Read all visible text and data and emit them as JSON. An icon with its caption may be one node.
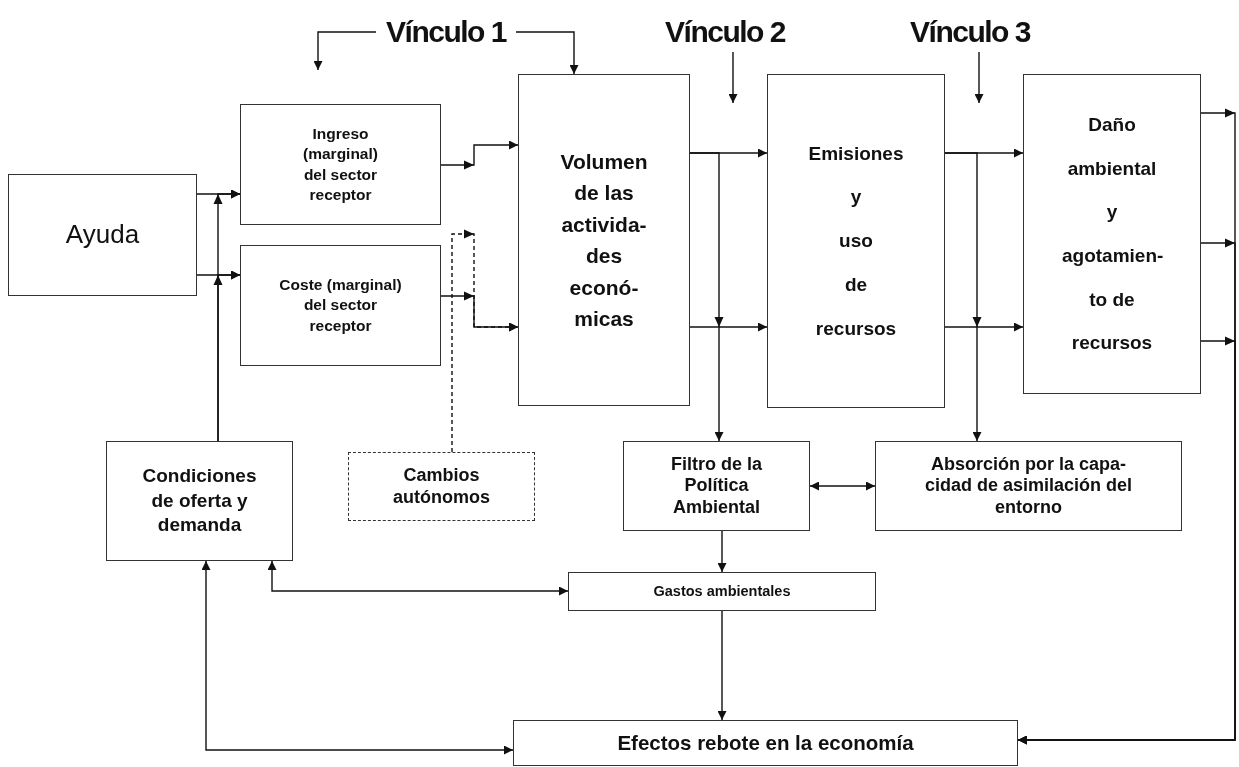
{
  "diagram": {
    "nodes": [
      {
        "text": [
          "Vínculo 1"
        ]
      },
      {
        "text": [
          "Vínculo 2"
        ]
      },
      {
        "text": [
          "Vínculo 3"
        ]
      },
      {
        "text": [
          "Ayuda"
        ]
      },
      {
        "text": [
          "Ingreso (marginal) del sector receptor"
        ]
      },
      {
        "text": [
          "Coste (marginal) del sector receptor"
        ]
      },
      {
        "text": [
          "Volumen de las activida- des econó- micas"
        ]
      },
      {
        "text": [
          "Emisiones y uso de recursos"
        ]
      },
      {
        "text": [
          "Daño ambiental y agotamien- to de recursos"
        ]
      },
      {
        "text": [
          "Condiciones de oferta y demanda"
        ]
      },
      {
        "text": [
          "Cambios autónomos"
        ]
      },
      {
        "text": [
          "Filtro de la Política Ambiental"
        ]
      },
      {
        "text": [
          "Absorción por la capa- cidad de asimilación del entorno"
        ]
      },
      {
        "text": [
          "Gastos ambientales"
        ]
      },
      {
        "text": [
          "Efectos rebote en la economía"
        ]
      }
    ],
    "edges": [
      {
        "from": 0,
        "to": null,
        "arrow": "to"
      },
      {
        "from": 0,
        "to": 6,
        "arrow": "to"
      },
      {
        "from": 1,
        "to": null,
        "arrow": "to"
      },
      {
        "from": 2,
        "to": null,
        "arrow": "to"
      },
      {
        "from": 3,
        "to": 4,
        "arrow": "to"
      },
      {
        "from": 3,
        "to": 5,
        "arrow": "to"
      },
      {
        "from": 9,
        "to": 4,
        "arrow": "to"
      },
      {
        "from": 9,
        "to": 5,
        "arrow": "to"
      },
      {
        "from": 4,
        "to": 6,
        "arrow": "to"
      },
      {
        "from": 5,
        "to": 6,
        "arrow": "to"
      },
      {
        "from": 10,
        "to": 6,
        "arrow": "to",
        "style": "dashed"
      },
      {
        "from": 6,
        "to": 7,
        "arrow": "to"
      },
      {
        "from": 6,
        "to": 7,
        "arrow": "to"
      },
      {
        "from": 6,
        "to": 11,
        "arrow": "to"
      },
      {
        "from": 7,
        "to": 8,
        "arrow": "to"
      },
      {
        "from": 7,
        "to": 8,
        "arrow": "to"
      },
      {
        "from": 7,
        "to": 12,
        "arrow": "to"
      },
      {
        "from": 8,
        "to": 14,
        "arrow": "to"
      },
      {
        "from": 8,
        "to": 14,
        "arrow": "to"
      },
      {
        "from": 8,
        "to": 14,
        "arrow": "to"
      },
      {
        "from": 11,
        "to": 12,
        "arrow": "both"
      },
      {
        "from": 11,
        "to": 13,
        "arrow": "to"
      },
      {
        "from": 13,
        "to": 9,
        "arrow": "both"
      },
      {
        "from": 13,
        "to": 14,
        "arrow": "to"
      },
      {
        "from": 9,
        "to": 14,
        "arrow": "both"
      }
    ]
  }
}
